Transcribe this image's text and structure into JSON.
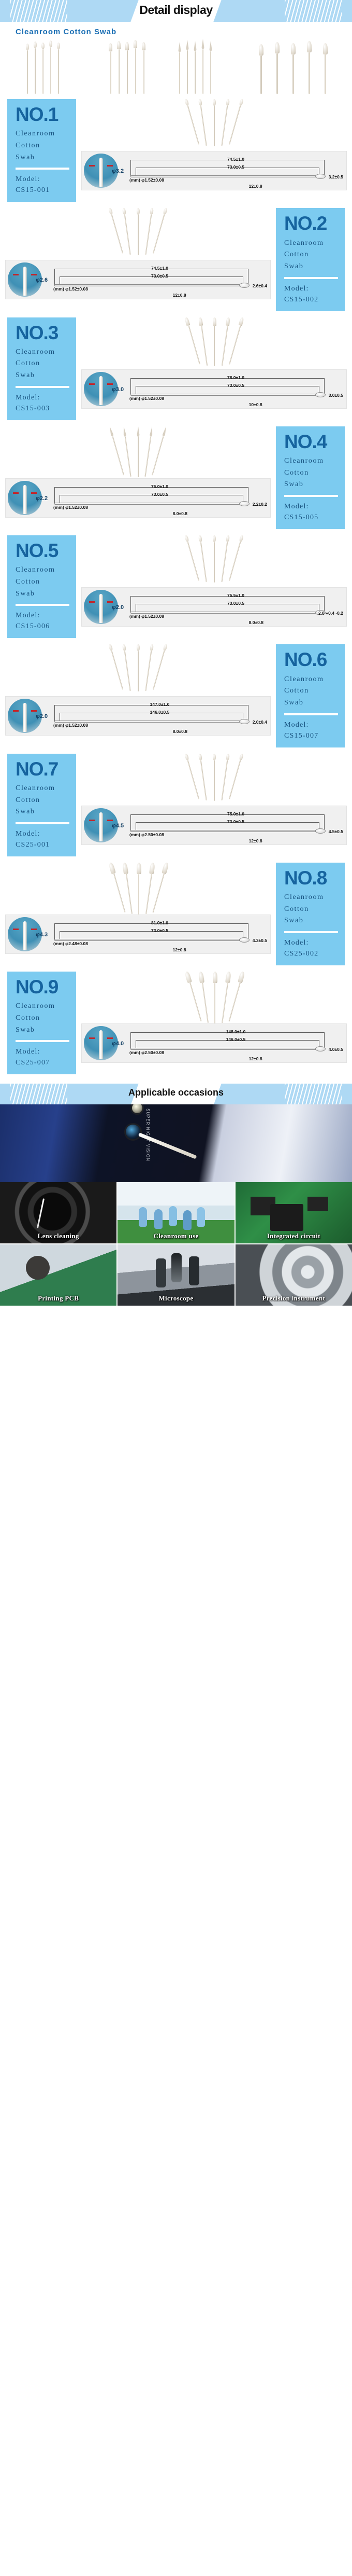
{
  "banner": {
    "title": "Detail display"
  },
  "section": {
    "heading": "Cleanroom Cotton Swab"
  },
  "products": [
    {
      "no": "NO.1",
      "line1": "Cleanroom",
      "line2": "Cotton",
      "line3": "Swab",
      "model_label": "Model:",
      "model_value": "CS15-001",
      "tech": {
        "diameter": "φ3.2",
        "total_length": "74.5±1.0",
        "shaft_length": "73.0±0.5",
        "shaft_dia": "(mm) φ1.52±0.08",
        "head_width": "3.2±0.5",
        "head_length": "12±0.8"
      }
    },
    {
      "no": "NO.2",
      "line1": "Cleanroom",
      "line2": "Cotton",
      "line3": "Swab",
      "model_label": "Model:",
      "model_value": "CS15-002",
      "tech": {
        "diameter": "φ2.6",
        "total_length": "74.5±1.0",
        "shaft_length": "73.0±0.5",
        "shaft_dia": "(mm) φ1.52±0.08",
        "head_width": "2.6±0.4",
        "head_length": "12±0.8"
      }
    },
    {
      "no": "NO.3",
      "line1": "Cleanroom",
      "line2": "Cotton",
      "line3": "Swab",
      "model_label": "Model:",
      "model_value": "CS15-003",
      "tech": {
        "diameter": "φ3.0",
        "total_length": "78.0±1.0",
        "shaft_length": "73.0±0.5",
        "shaft_dia": "(mm) φ1.52±0.08",
        "head_width": "3.0±0.5",
        "head_length": "10±0.8"
      }
    },
    {
      "no": "NO.4",
      "line1": "Cleanroom",
      "line2": "Cotton",
      "line3": "Swab",
      "model_label": "Model:",
      "model_value": "CS15-005",
      "tech": {
        "diameter": "φ2.2",
        "total_length": "76.0±1.0",
        "shaft_length": "73.0±0.5",
        "shaft_dia": "(mm) φ1.52±0.08",
        "head_width": "2.2±0.2",
        "head_length": "8.0±0.8"
      }
    },
    {
      "no": "NO.5",
      "line1": "Cleanroom",
      "line2": "Cotton",
      "line3": "Swab",
      "model_label": "Model:",
      "model_value": "CS15-006",
      "tech": {
        "diameter": "φ2.0",
        "total_length": "75.5±1.0",
        "shaft_length": "73.0±0.5",
        "shaft_dia": "(mm) φ1.52±0.08",
        "head_width": "2.0 +0.4 -0.2",
        "head_length": "8.0±0.8"
      }
    },
    {
      "no": "NO.6",
      "line1": "Cleanroom",
      "line2": "Cotton",
      "line3": "Swab",
      "model_label": "Model:",
      "model_value": "CS15-007",
      "tech": {
        "diameter": "φ2.0",
        "total_length": "147.0±1.0",
        "shaft_length": "146.0±0.5",
        "shaft_dia": "(mm) φ1.52±0.08",
        "head_width": "2.0±0.4",
        "head_length": "8.0±0.8"
      }
    },
    {
      "no": "NO.7",
      "line1": "Cleanroom",
      "line2": "Cotton",
      "line3": "Swab",
      "model_label": "Model:",
      "model_value": "CS25-001",
      "tech": {
        "diameter": "φ4.5",
        "total_length": "75.0±1.0",
        "shaft_length": "73.0±0.5",
        "shaft_dia": "(mm) φ2.50±0.08",
        "head_width": "4.5±0.5",
        "head_length": "12±0.8"
      }
    },
    {
      "no": "NO.8",
      "line1": "Cleanroom",
      "line2": "Cotton",
      "line3": "Swab",
      "model_label": "Model:",
      "model_value": "CS25-002",
      "tech": {
        "diameter": "φ4.3",
        "total_length": "81.0±1.0",
        "shaft_length": "73.0±0.5",
        "shaft_dia": "(mm) φ2.48±0.08",
        "head_width": "4.3±0.5",
        "head_length": "12±0.8"
      }
    },
    {
      "no": "NO.9",
      "line1": "Cleanroom",
      "line2": "Cotton",
      "line3": "Swab",
      "model_label": "Model:",
      "model_value": "CS25-007",
      "tech": {
        "diameter": "φ4.0",
        "total_length": "148.0±1.0",
        "shaft_length": "146.0±0.5",
        "shaft_dia": "(mm) φ2.50±0.08",
        "head_width": "4.0±0.5",
        "head_length": "12±0.8"
      }
    }
  ],
  "occasions": {
    "title": "Applicable occasions",
    "cells": [
      {
        "caption": "Lens cleaning"
      },
      {
        "caption": "Cleanroom use"
      },
      {
        "caption": "Integrated circuit"
      },
      {
        "caption": "Printing PCB"
      },
      {
        "caption": "Microscope"
      },
      {
        "caption": "Precision instrument"
      }
    ]
  },
  "colors": {
    "accent_blue": "#7ccbf0",
    "heading_blue": "#1b6fb4",
    "label_text": "#17527f",
    "banner_blue": "#aed9f4"
  }
}
